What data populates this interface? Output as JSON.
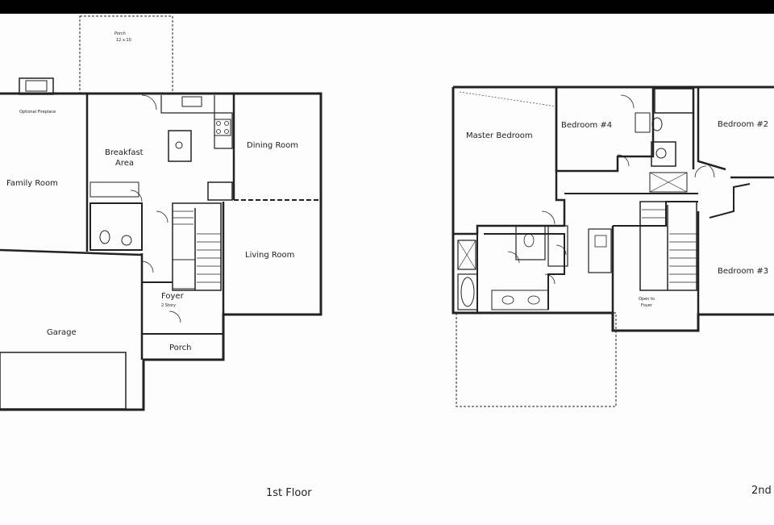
{
  "first_floor": {
    "caption": "1st Floor",
    "rooms": {
      "porch_back": "Porch",
      "porch_back_size": "12 x 10",
      "fireplace": "Optional Fireplace",
      "family_room": "Family Room",
      "breakfast_area_1": "Breakfast",
      "breakfast_area_2": "Area",
      "dining_room": "Dining Room",
      "living_room": "Living Room",
      "foyer": "Foyer",
      "foyer_note": "2 Story",
      "porch_front": "Porch",
      "garage": "Garage"
    }
  },
  "second_floor": {
    "caption": "2nd",
    "rooms": {
      "master_bedroom": "Master Bedroom",
      "bedroom_4": "Bedroom #4",
      "bedroom_2": "Bedroom #2",
      "bedroom_3": "Bedroom #3",
      "open_to_foyer_1": "Open to",
      "open_to_foyer_2": "Foyer"
    }
  }
}
